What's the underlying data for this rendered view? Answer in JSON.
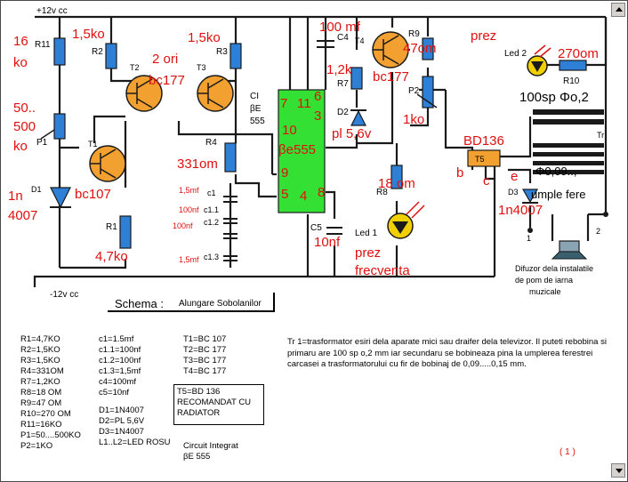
{
  "supply": {
    "positive": "+12v cc",
    "negative": "-12v cc"
  },
  "colors": {
    "wire": "#1a1a1a",
    "resistor": "#2e7fd6",
    "ic": "#33e033",
    "transistor": "#f2a030",
    "value_text": "#e01010",
    "led_body": "#f0d000"
  },
  "schematic_labels": {
    "r11": "R11",
    "r11_val_1": "16",
    "r11_val_2": "ko",
    "r2": "R2",
    "r2_val": "1,5ko",
    "r3": "R3",
    "r3_val": "1,5ko",
    "t2": "T2",
    "t3": "T3",
    "t2t3_val_1": "2 ori",
    "t2t3_val_2": "bc177",
    "p1": "P1",
    "p1_val_1": "50..",
    "p1_val_2": "500",
    "p1_val_3": "ko",
    "t1": "T1",
    "t1_val": "bc107",
    "d1": "D1",
    "d1_val_1": "1n",
    "d1_val_2": "4007",
    "r1": "R1",
    "r1_val": "4,7ko",
    "r4": "R4",
    "r4_val": "331om",
    "ci": "CI",
    "ci_2": "βE",
    "ci_3": "555",
    "ic_pins": [
      "7",
      "11",
      "6",
      "10",
      "3",
      "9",
      "5",
      "4",
      "8"
    ],
    "ic_text": "βe555",
    "c1_val": "1,5mf",
    "c1": "c1",
    "c11_val": "100nf",
    "c11": "c1.1",
    "c12_val": "100nf",
    "c12": "c1.2",
    "c13_val": "1,5mf",
    "c13": "c1.3",
    "c4_val": "100 mf",
    "c4": "C4",
    "r7": "R7",
    "r7_val": "1,2k",
    "d2": "D2",
    "d2_val": "pl 5,6v",
    "t4": "T4",
    "t4_val": "bc177",
    "r9": "R9",
    "r9_val": "47om",
    "p2": "P2",
    "p2_val": "1ko",
    "c5": "C5",
    "c5_val": "10nf",
    "r8": "R8",
    "r8_val": "18 om",
    "led1": "Led 1",
    "led1_val_1": "prez",
    "led1_val_2": "frecventa",
    "prez": "prez",
    "t5_val": "BD136",
    "t5": "T5",
    "t5_b": "b",
    "t5_c": "c",
    "t5_e": "e",
    "led2": "Led 2",
    "led2_val": "270om",
    "r10": "R10",
    "tr_primary": "100sp Φo,2",
    "tr": "Tr",
    "tr_secondary_1": "Φ0,09..,",
    "tr_secondary_2": "umple fere",
    "d3": "D3",
    "d3_val": "1n4007",
    "pt1": "1",
    "pt2": "2",
    "speaker_caption": [
      "Difuzor dela instalatile",
      "de pom de iarna",
      "muzicale"
    ]
  },
  "title": {
    "label": "Schema",
    "colon": ":",
    "text": "Alungare Sobolanilor"
  },
  "parts_list": {
    "resistors": [
      "R1=4,7KO",
      "R2=1,5KO",
      "R3=1,5KO",
      "R4=331OM",
      "R7=1,2KO",
      "R8=18 OM",
      "R9=47 OM",
      "R10=270 OM",
      "R11=16KO",
      "P1=50....500KO",
      "P2=1KO"
    ],
    "capacitors": [
      "c1=1.5mf",
      "c1.1=100nf",
      "c1.2=100nf",
      "c1.3=1,5mf",
      "c4=100mf",
      "c5=10nf"
    ],
    "diodes": [
      "D1=1N4007",
      "D2=PL 5,6V",
      "D3=1N4007",
      "L1..L2=LED ROSU"
    ],
    "transistors": [
      "T1=BC 107",
      "T2=BC 177",
      "T3=BC 177",
      "T4=BC 177"
    ],
    "t5_box": [
      "T5=BD 136",
      "RECOMANDAT CU",
      "RADIATOR"
    ],
    "ic": [
      "Circuit Integrat",
      "βE 555"
    ]
  },
  "note": "Tr 1=trasformator esiri dela aparate mici sau draifer dela televizor. Il puteti rebobina si primaru are 100 sp o,2 mm iar secundaru se bobineaza pina la umplerea ferestrei carcasei a trasformatorului cu fir de bobinaj de 0,09.....0,15 mm.",
  "page_number": "( 1 )"
}
